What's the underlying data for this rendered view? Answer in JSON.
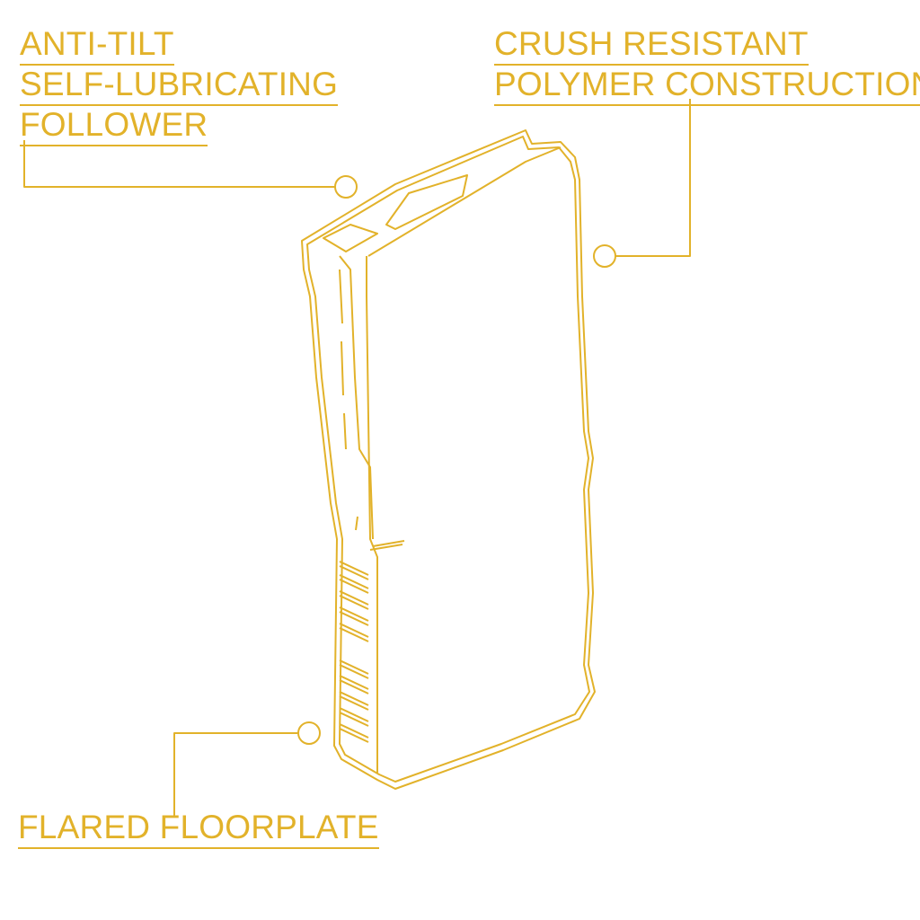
{
  "accent_color": "#E2B22A",
  "callouts": {
    "follower": {
      "lines": [
        "ANTI-TILT",
        "SELF-LUBRICATING",
        "FOLLOWER"
      ]
    },
    "body": {
      "lines": [
        "CRUSH RESISTANT",
        "POLYMER CONSTRUCTION"
      ]
    },
    "floorplate": {
      "lines": [
        "FLARED FLOORPLATE"
      ]
    }
  }
}
